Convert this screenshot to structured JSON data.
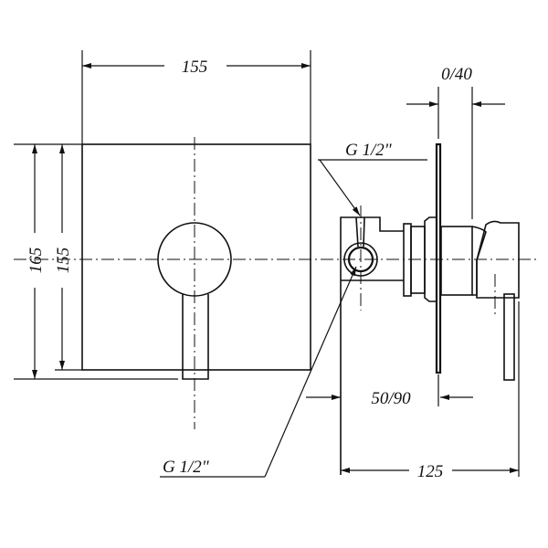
{
  "drawing": {
    "front_view": {
      "width_dim": "155",
      "height_outer_dim": "165",
      "height_plate_dim": "155",
      "outlet_thread": "G 1/2\""
    },
    "side_view": {
      "wall_adjust_dim": "0/40",
      "inlet_thread": "G 1/2\"",
      "depth_range_dim": "50/90",
      "total_depth_dim": "125"
    },
    "colors": {
      "line": "#111111",
      "background": "#ffffff"
    }
  }
}
